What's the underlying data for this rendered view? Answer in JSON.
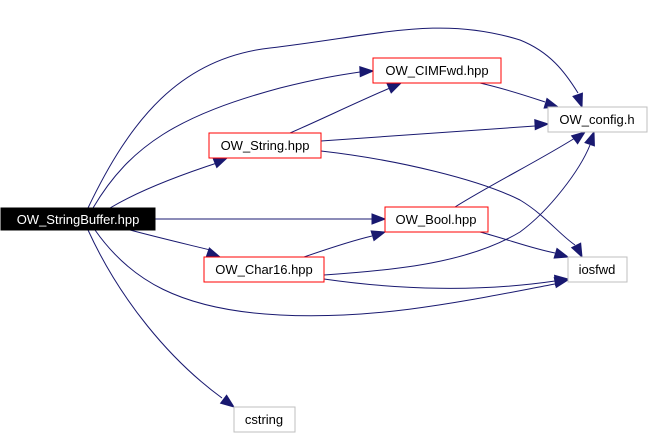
{
  "diagram": {
    "type": "include-dependency-graph",
    "colors": {
      "edge": "#191970",
      "root_fill": "#000000",
      "root_text": "#ffffff",
      "documented_border": "#ff0000",
      "external_border": "#bfbfbf",
      "background": "#ffffff"
    },
    "nodes": [
      {
        "id": "stringbuffer",
        "label": "OW_StringBuffer.hpp",
        "kind": "root"
      },
      {
        "id": "cimfwd",
        "label": "OW_CIMFwd.hpp",
        "kind": "documented"
      },
      {
        "id": "string",
        "label": "OW_String.hpp",
        "kind": "documented"
      },
      {
        "id": "config",
        "label": "OW_config.h",
        "kind": "external"
      },
      {
        "id": "bool",
        "label": "OW_Bool.hpp",
        "kind": "documented"
      },
      {
        "id": "char16",
        "label": "OW_Char16.hpp",
        "kind": "documented"
      },
      {
        "id": "iosfwd",
        "label": "iosfwd",
        "kind": "external"
      },
      {
        "id": "cstring",
        "label": "cstring",
        "kind": "external"
      }
    ],
    "edges": [
      {
        "from": "stringbuffer",
        "to": "config"
      },
      {
        "from": "stringbuffer",
        "to": "cimfwd"
      },
      {
        "from": "stringbuffer",
        "to": "string"
      },
      {
        "from": "stringbuffer",
        "to": "bool"
      },
      {
        "from": "stringbuffer",
        "to": "char16"
      },
      {
        "from": "stringbuffer",
        "to": "iosfwd"
      },
      {
        "from": "stringbuffer",
        "to": "cstring"
      },
      {
        "from": "cimfwd",
        "to": "config"
      },
      {
        "from": "string",
        "to": "cimfwd"
      },
      {
        "from": "string",
        "to": "config"
      },
      {
        "from": "string",
        "to": "iosfwd"
      },
      {
        "from": "bool",
        "to": "config"
      },
      {
        "from": "bool",
        "to": "iosfwd"
      },
      {
        "from": "char16",
        "to": "bool"
      },
      {
        "from": "char16",
        "to": "config"
      },
      {
        "from": "char16",
        "to": "iosfwd"
      }
    ]
  }
}
